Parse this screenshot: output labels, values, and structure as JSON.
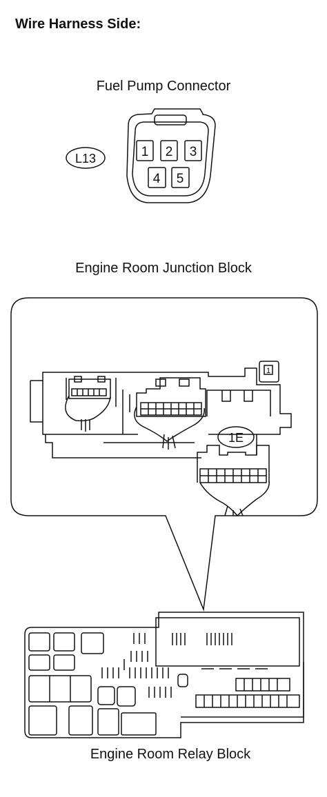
{
  "heading": "Wire Harness Side:",
  "fuel_pump": {
    "title": "Fuel Pump Connector",
    "code": "L13",
    "pins": [
      "1",
      "2",
      "3",
      "4",
      "5"
    ]
  },
  "junction_block": {
    "title": "Engine Room Junction Block",
    "connector_code": "1E",
    "callout_number": "1"
  },
  "relay_block": {
    "title": "Engine Room Relay Block"
  }
}
